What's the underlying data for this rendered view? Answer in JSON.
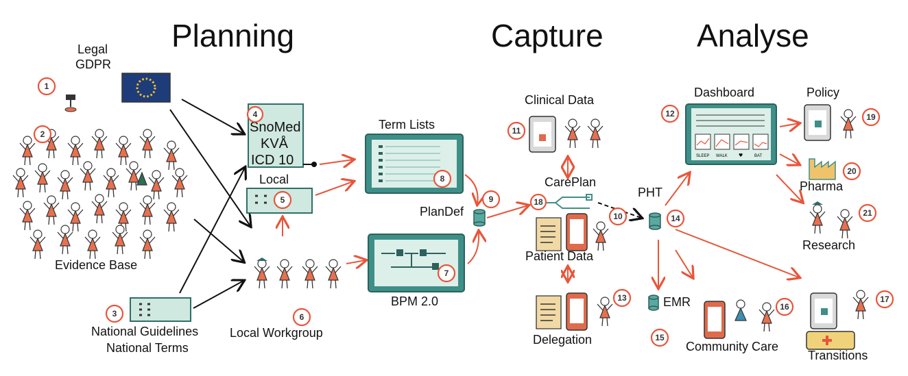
{
  "headings": {
    "planning": "Planning",
    "capture": "Capture",
    "analyse": "Analyse"
  },
  "labels": {
    "legal": "Legal",
    "gdpr": "GDPR",
    "evidence_base": "Evidence Base",
    "national_guidelines": "National Guidelines",
    "national_terms": "National Terms",
    "snomed": "SnoMed",
    "kva": "KVÅ",
    "icd10": "ICD 10",
    "local": "Local",
    "local_workgroup": "Local Workgroup",
    "term_lists": "Term Lists",
    "plandef": "PlanDef",
    "bpm": "BPM 2.0",
    "clinical_data": "Clinical Data",
    "careplan": "CarePlan",
    "patient_data": "Patient Data",
    "delegation": "Delegation",
    "pht": "PHT",
    "emr": "EMR",
    "community_care": "Community Care",
    "dashboard": "Dashboard",
    "policy": "Policy",
    "pharma": "Pharma",
    "research": "Research",
    "transitions": "Transitions"
  },
  "dashboard_chart_labels": [
    "SLEEP",
    "WALK",
    "♥",
    "BAT"
  ],
  "badges": [
    "1",
    "2",
    "3",
    "4",
    "5",
    "6",
    "7",
    "8",
    "9",
    "10",
    "11",
    "12",
    "13",
    "14",
    "15",
    "16",
    "17",
    "18",
    "19",
    "20",
    "21"
  ],
  "colors": {
    "accent": "#e8553a",
    "teal": "#3e8f88",
    "eu_blue": "#1f3c7a",
    "eu_star": "#f3c623"
  },
  "icons": [
    "eu-flag-icon",
    "gavel-icon",
    "crowd-icon",
    "database-icon",
    "document-icon",
    "tablet-icon",
    "phone-icon",
    "factory-icon",
    "ambulance-icon"
  ]
}
